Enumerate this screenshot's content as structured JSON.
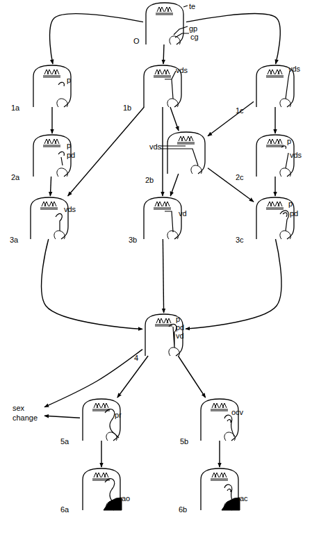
{
  "diagram": {
    "nodes": [
      {
        "text": [
          "O",
          "te",
          "gp",
          "cg"
        ]
      },
      {
        "text": [
          "1a",
          "p"
        ]
      },
      {
        "text": [
          "1b",
          "vds"
        ]
      },
      {
        "text": [
          "1c",
          "vds"
        ]
      },
      {
        "text": [
          "2a",
          "p",
          "pd"
        ]
      },
      {
        "text": [
          "2b",
          "vds"
        ]
      },
      {
        "text": [
          "2c",
          "p",
          "vds"
        ]
      },
      {
        "text": [
          "3a",
          "vds"
        ]
      },
      {
        "text": [
          "3b",
          "vd"
        ]
      },
      {
        "text": [
          "3c",
          "p",
          "pd"
        ]
      },
      {
        "text": [
          "4",
          "p",
          "pd",
          "vd"
        ]
      },
      {
        "text": [
          "sex change"
        ]
      },
      {
        "text": [
          "5a",
          "pr"
        ]
      },
      {
        "text": [
          "5b",
          "ocv"
        ]
      },
      {
        "text": [
          "6a",
          "ao"
        ]
      },
      {
        "text": [
          "6b",
          "ac"
        ]
      }
    ],
    "edges": [
      {
        "from": 0,
        "to": 1,
        "arrow": "to"
      },
      {
        "from": 0,
        "to": 2,
        "arrow": "to"
      },
      {
        "from": 0,
        "to": 3,
        "arrow": "to"
      },
      {
        "from": 1,
        "to": 4,
        "arrow": "to"
      },
      {
        "from": 4,
        "to": 7,
        "arrow": "to"
      },
      {
        "from": 2,
        "to": 7,
        "arrow": "to"
      },
      {
        "from": 2,
        "to": 8,
        "arrow": "to"
      },
      {
        "from": 2,
        "to": 5,
        "arrow": "to"
      },
      {
        "from": 3,
        "to": 5,
        "arrow": "to"
      },
      {
        "from": 3,
        "to": 6,
        "arrow": "to"
      },
      {
        "from": 5,
        "to": 8,
        "arrow": "to"
      },
      {
        "from": 5,
        "to": 9,
        "arrow": "to"
      },
      {
        "from": 6,
        "to": 9,
        "arrow": "to"
      },
      {
        "from": 7,
        "to": 10,
        "arrow": "to"
      },
      {
        "from": 8,
        "to": 10,
        "arrow": "to"
      },
      {
        "from": 9,
        "to": 10,
        "arrow": "to"
      },
      {
        "from": 10,
        "to": 11,
        "arrow": "to"
      },
      {
        "from": 10,
        "to": 12,
        "arrow": "to"
      },
      {
        "from": 10,
        "to": 13,
        "arrow": "to"
      },
      {
        "from": 12,
        "to": 11,
        "arrow": "to"
      },
      {
        "from": 12,
        "to": 14,
        "arrow": "to"
      },
      {
        "from": 13,
        "to": 15,
        "arrow": "to"
      }
    ]
  }
}
